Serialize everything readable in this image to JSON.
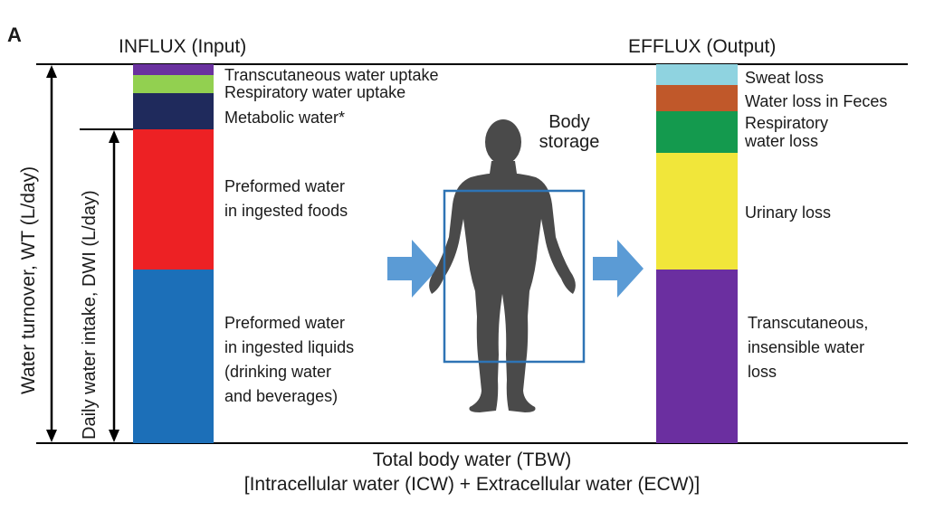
{
  "panel_label": "A",
  "influx_title": "INFLUX (Input)",
  "efflux_title": "EFFLUX (Output)",
  "body_label": "Body\nstorage",
  "axis": {
    "wt_label": "Water turnover, WT (L/day)",
    "dwi_label": "Daily water intake, DWI (L/day)"
  },
  "footer": {
    "line1": "Total body water (TBW)",
    "line2": "[Intracellular water (ICW) + Extracellular water (ECW)]"
  },
  "influx_segments": [
    {
      "label": "Transcutaneous water uptake",
      "color": "#6a329f"
    },
    {
      "label": "Respiratory water uptake",
      "color": "#92d050"
    },
    {
      "label": "Metabolic water*",
      "color": "#1f2a5c"
    },
    {
      "label": "Preformed water\nin ingested foods",
      "color": "#ed2124"
    },
    {
      "label": "Preformed water\nin ingested liquids\n(drinking water\nand beverages)",
      "color": "#1c6fb8"
    }
  ],
  "efflux_segments": [
    {
      "label": "Sweat loss",
      "color": "#8fd3e0"
    },
    {
      "label": "Water loss in Feces",
      "color": "#c0582a"
    },
    {
      "label": "Respiratory\nwater loss",
      "color": "#149a4e"
    },
    {
      "label": "Urinary loss",
      "color": "#f1e63a"
    },
    {
      "label": "Transcutaneous,\ninsensible water\nloss",
      "color": "#6b2fa0"
    }
  ],
  "colors": {
    "arrow_fill": "#5b9bd5",
    "box_stroke": "#2e74b5",
    "silhouette": "#4a4a4a"
  }
}
